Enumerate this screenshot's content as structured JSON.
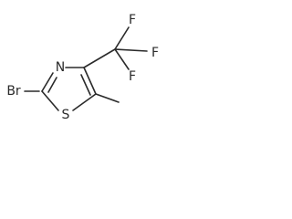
{
  "molecule": {
    "atoms": {
      "bromine": "Br",
      "ring_nitrogen": "N",
      "ring_sulfur": "S",
      "fluorine_top": "F",
      "fluorine_right": "F",
      "fluorine_lower": "F"
    }
  },
  "colors": {
    "bond": "#2a2a2a",
    "label": "#2a2a2a",
    "background": "#ffffff"
  }
}
